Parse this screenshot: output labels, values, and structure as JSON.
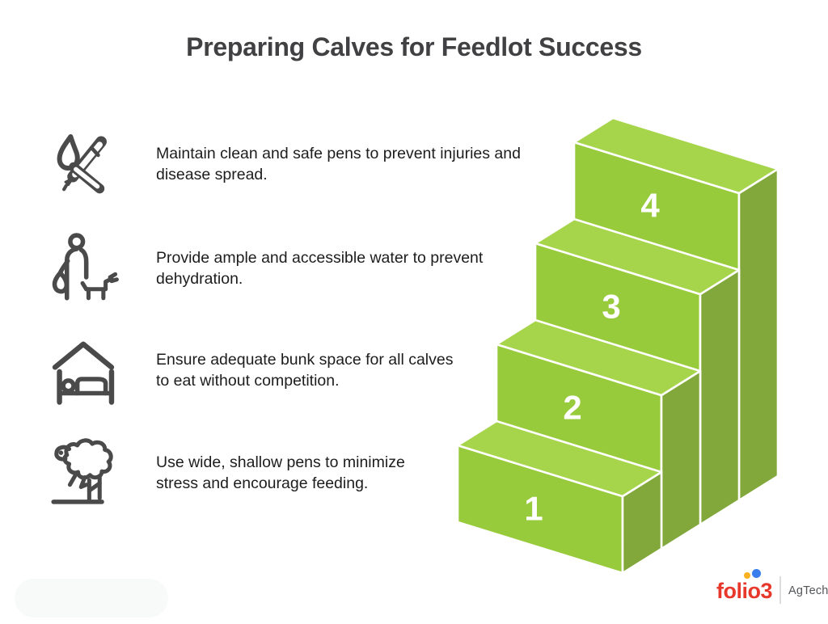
{
  "title": "Preparing Calves for Feedlot Success",
  "items": [
    {
      "icon": "branding-tools-icon",
      "text": "Maintain clean and safe pens to prevent injuries and\ndisease spread."
    },
    {
      "icon": "watering-calf-icon",
      "text": "Provide ample and accessible water to prevent\ndehydration."
    },
    {
      "icon": "bunk-shelter-icon",
      "text": "Ensure adequate bunk space for all calves\nto eat without competition."
    },
    {
      "icon": "sheep-pen-icon",
      "text": "Use wide, shallow pens to minimize\nstress and encourage feeding."
    }
  ],
  "staircase": {
    "steps": [
      {
        "label": "1"
      },
      {
        "label": "2"
      },
      {
        "label": "3"
      },
      {
        "label": "4"
      }
    ]
  },
  "colors": {
    "step_front": "#98cb3c",
    "step_top": "#a6d44b",
    "step_side": "#82a83c",
    "icon_stroke": "#4a4a4a",
    "title_text": "#414042",
    "body_text": "#1d1d1d",
    "brand_red": "#e8382b",
    "dot_yellow": "#f9b021",
    "dot_blue": "#3a7dec",
    "division_gray": "#54565a"
  },
  "logo": {
    "brand": "folio3",
    "division": "AgTech"
  }
}
